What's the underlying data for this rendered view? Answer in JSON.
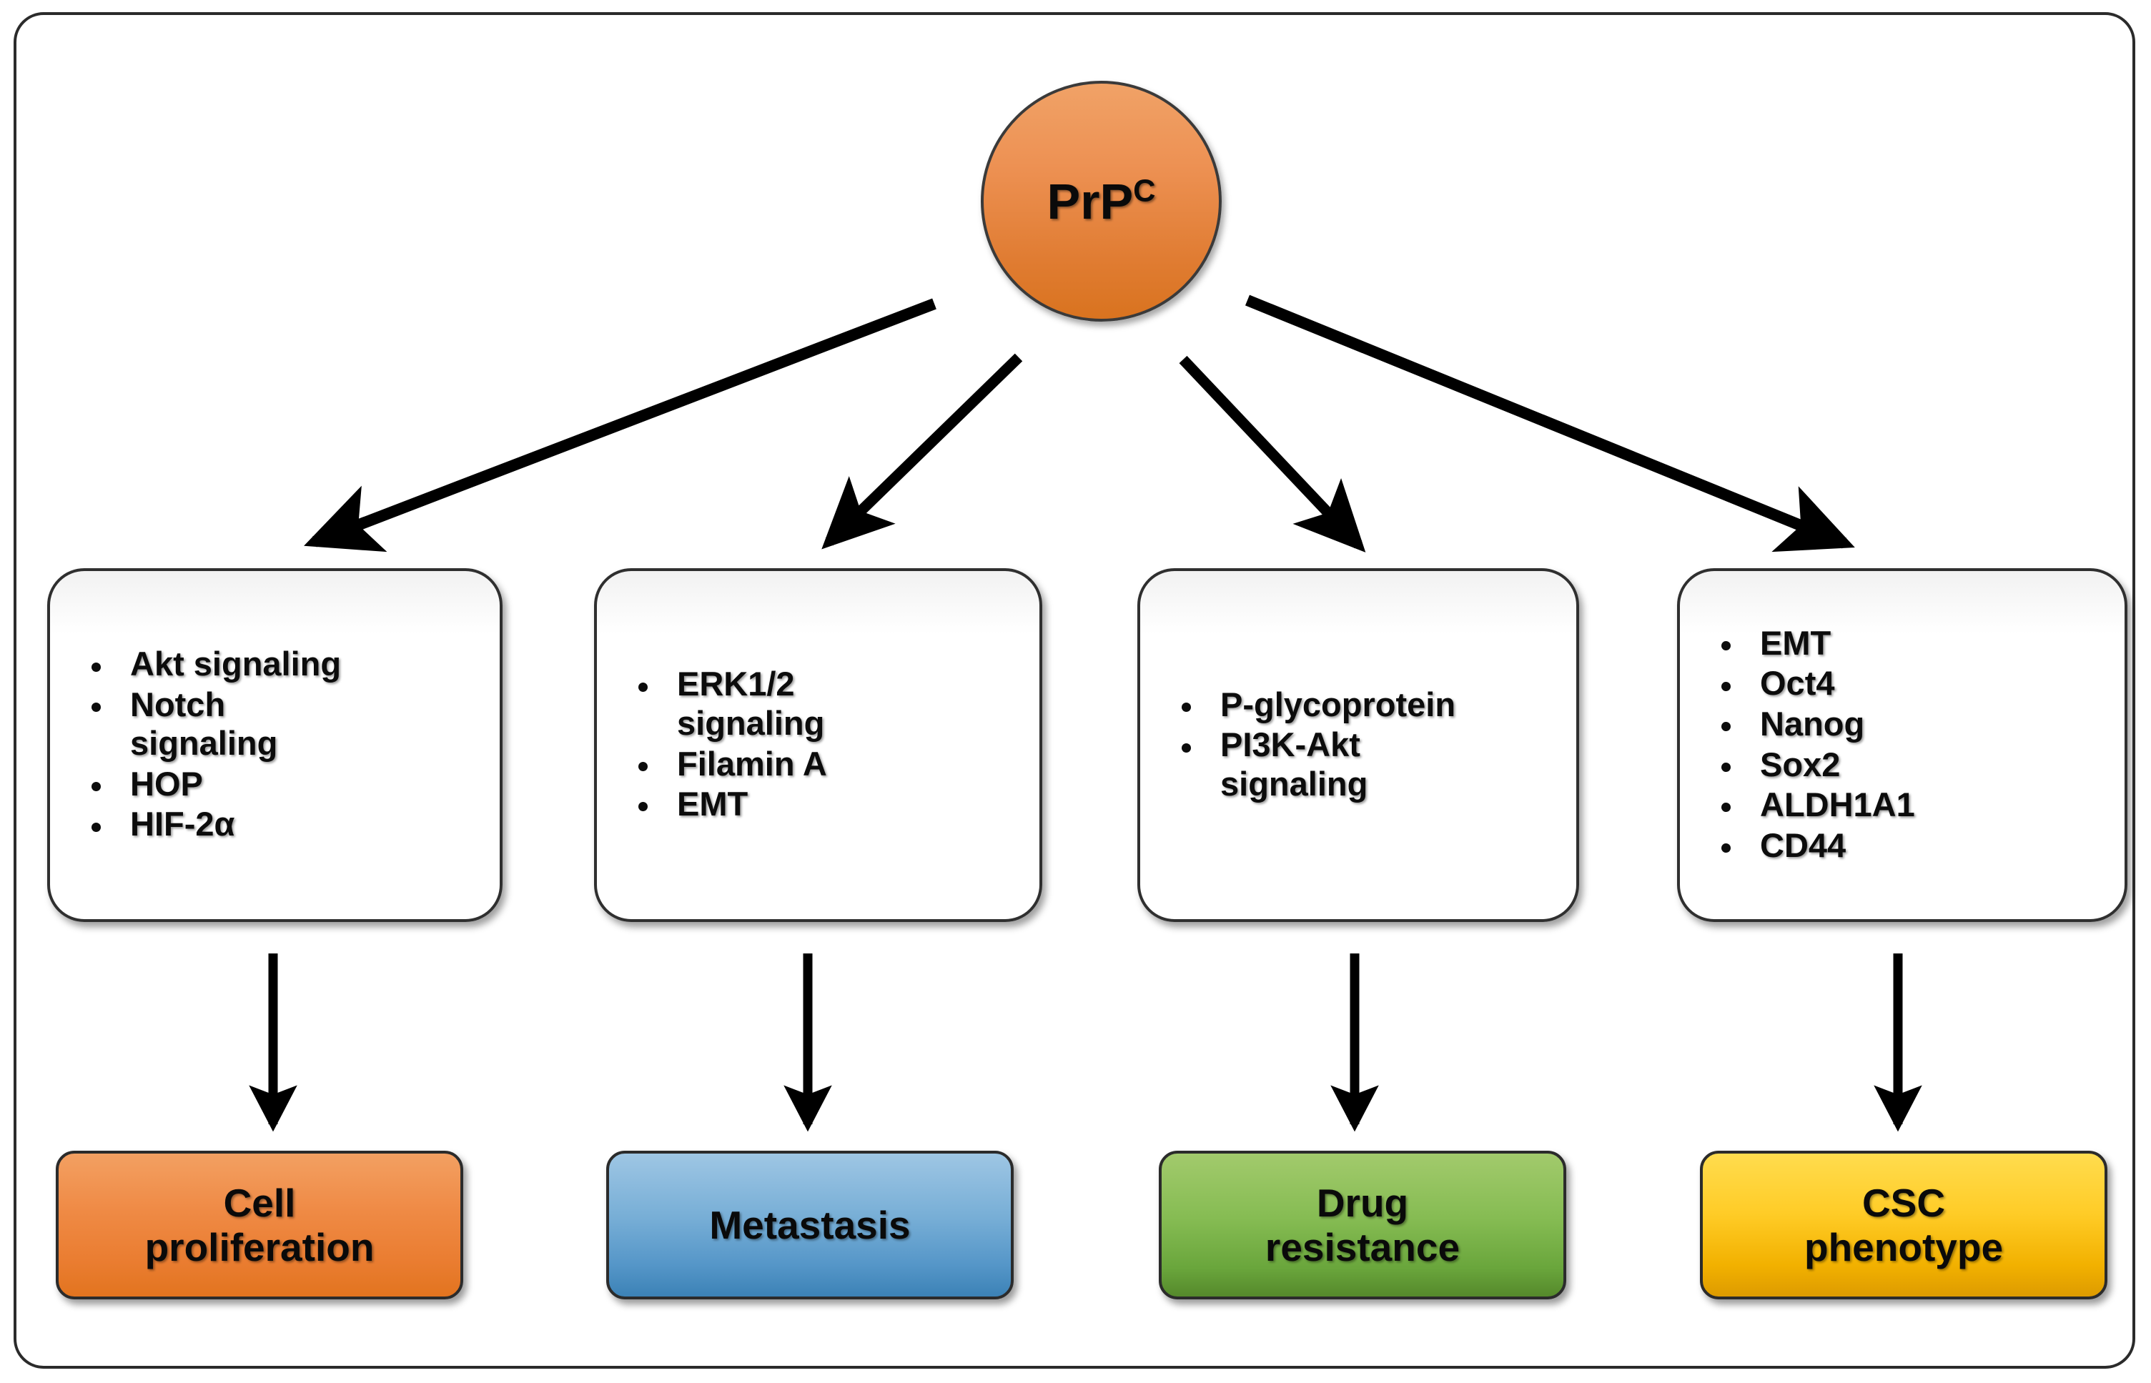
{
  "diagram": {
    "center_node": {
      "label_main": "PrP",
      "label_sup": "C"
    },
    "pathway_boxes": [
      {
        "id": "proliferation-pathways",
        "items": [
          "Akt signaling",
          "Notch\nsignaling",
          "HOP",
          "HIF-2α"
        ]
      },
      {
        "id": "metastasis-pathways",
        "items": [
          "ERK1/2\nsignaling",
          "Filamin A",
          "EMT"
        ]
      },
      {
        "id": "drug-resistance-pathways",
        "items": [
          "P-glycoprotein",
          "PI3K-Akt\nsignaling"
        ]
      },
      {
        "id": "csc-markers",
        "items": [
          "EMT",
          "Oct4",
          "Nanog",
          "Sox2",
          "ALDH1A1",
          "CD44"
        ]
      }
    ],
    "outcomes": [
      {
        "id": "cell-proliferation",
        "label": "Cell\nproliferation",
        "color": "#ea7d31"
      },
      {
        "id": "metastasis",
        "label": "Metastasis",
        "color": "#5596c8"
      },
      {
        "id": "drug-resistance",
        "label": "Drug\nresistance",
        "color": "#6aa63c"
      },
      {
        "id": "csc-phenotype",
        "label": "CSC\nphenotype",
        "color": "#f2b100"
      }
    ],
    "arrow_color": "#000000",
    "frame_color": "#2b2b2b"
  }
}
